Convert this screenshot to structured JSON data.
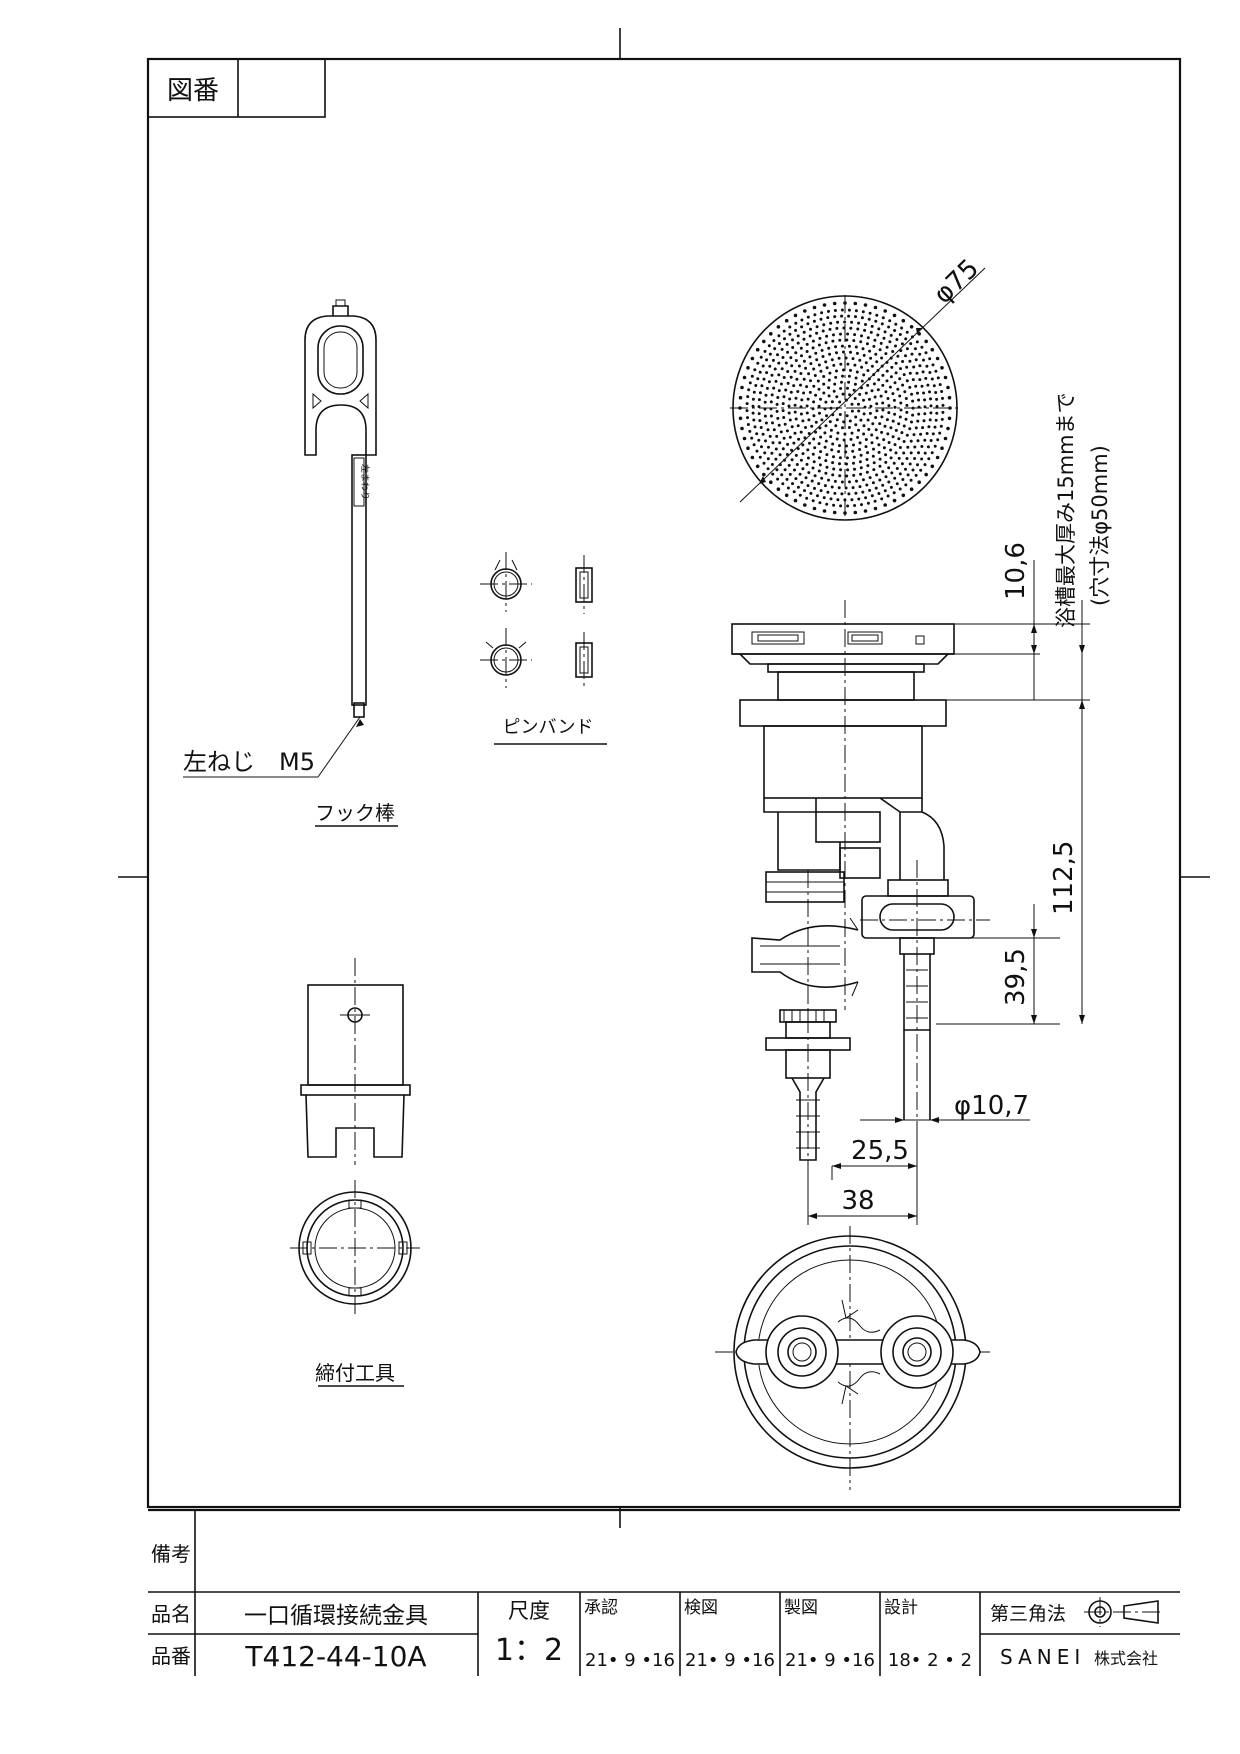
{
  "header": {
    "drawing_no_label": "図番",
    "drawing_no_value": ""
  },
  "labels": {
    "hook_rod": "フック棒",
    "left_thread": "左ねじ　M5",
    "hook_rod_mark": "左まわり",
    "pin_band": "ピンバンド",
    "tightening_tool": "締付工具"
  },
  "dimensions": {
    "d75": "φ75",
    "d10_7": "φ10,7",
    "h10_6": "10,6",
    "h112_5": "112,5",
    "h39_5": "39,5",
    "w25_5": "25,5",
    "w38": "38",
    "note_line1": "浴槽最大厚み15mmまで",
    "note_line2": "(穴寸法φ50mm)"
  },
  "title_block": {
    "remarks_label": "備考",
    "remarks_value": "",
    "product_name_label": "品名",
    "product_name": "一口循環接続金具",
    "product_no_label": "品番",
    "product_no": "T412-44-10A",
    "scale_label": "尺度",
    "scale": "1：2",
    "approved_label": "承認",
    "approved_date": "21• 9 •16",
    "checked_label": "検図",
    "checked_date": "21• 9 •16",
    "drawn_label": "製図",
    "drawn_date": "21• 9 •16",
    "designed_label": "設計",
    "designed_date": "18• 2 • 2",
    "projection_label": "第三角法",
    "company": "SANEI",
    "company_suffix": "株式会社"
  },
  "icons": [
    "third-angle-projection-icon"
  ]
}
